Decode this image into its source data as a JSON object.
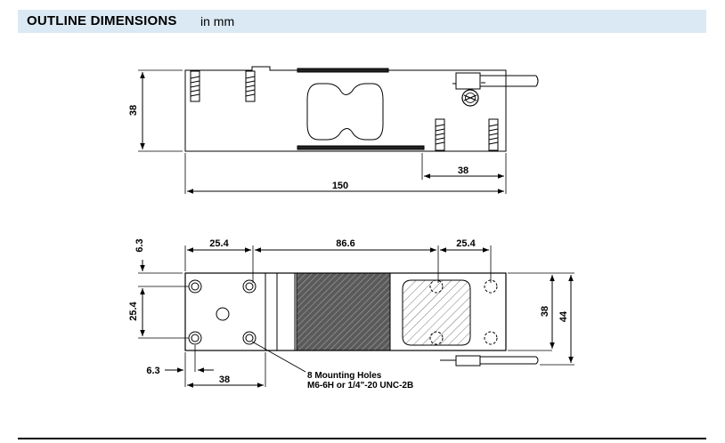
{
  "header": {
    "title": "OUTLINE DIMENSIONS",
    "unit": "in mm",
    "background": "#dbe9f4"
  },
  "side_view": {
    "dim_height": "38",
    "dim_length": "150",
    "dim_right_offset": "38"
  },
  "top_view": {
    "dim_edge_offset": "6.3",
    "dim_left_span": "25.4",
    "dim_center_span": "86.6",
    "dim_right_span": "25.4",
    "dim_hole_pitch": "25.4",
    "dim_width_inner": "38",
    "dim_width_outer": "44",
    "dim_bottom_offset": "6.3",
    "dim_bottom_span": "38",
    "note_line1": "8 Mounting Holes",
    "note_line2": "M6-6H or 1/4\"-20 UNC-2B"
  }
}
